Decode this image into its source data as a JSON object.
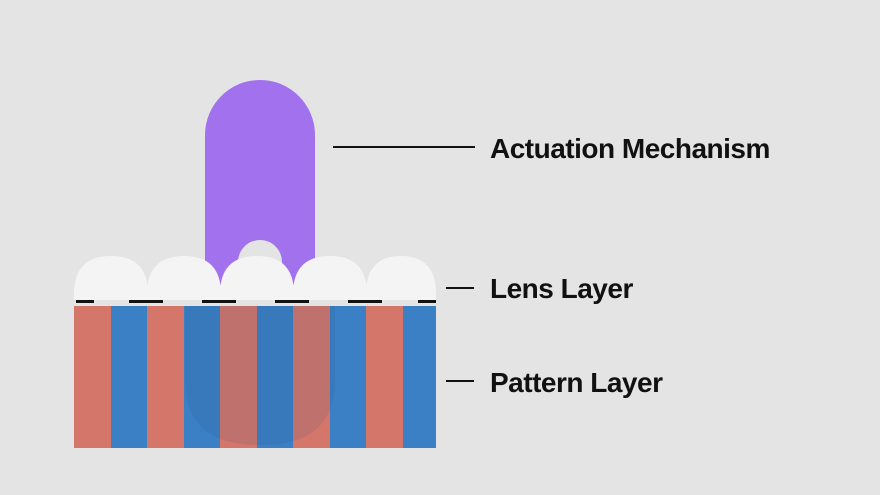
{
  "labels": {
    "actuation": "Actuation Mechanism",
    "lens": "Lens Layer",
    "pattern": "Pattern Layer"
  },
  "colors": {
    "background": "#e4e4e4",
    "actuator": "#a272ee",
    "lens": "#f4f4f4",
    "stripe_red": "#d4766a",
    "stripe_blue": "#3b7fc4",
    "text": "#111111"
  }
}
